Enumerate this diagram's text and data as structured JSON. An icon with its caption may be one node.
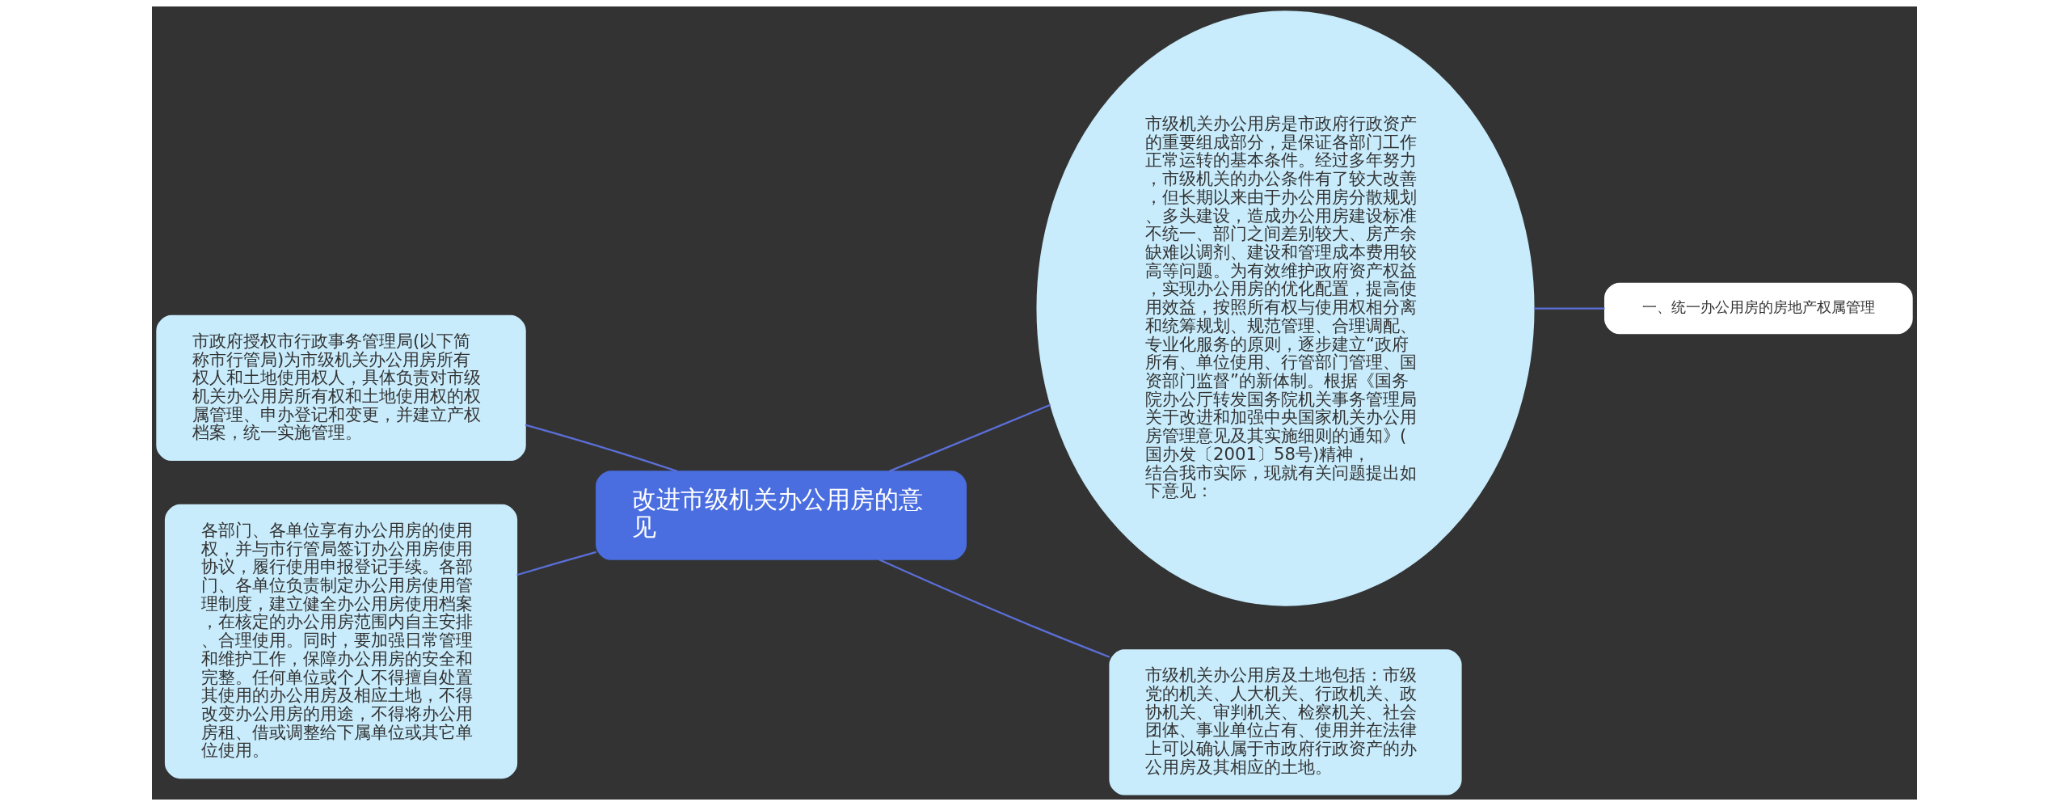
{
  "diagram": {
    "nodes": [
      {
        "text": [
          "改进市级机关办公用房的意见"
        ]
      },
      {
        "text": [
          "市级机关办公用房是市政府行政资产的重要组成部分，是保证各部门工作正常运转的基本条件。经过多年努力，市级机关的办公条件有了较大改善，但长期以来由于办公用房分散规划、多头建设，造成办公用房建设标准不统一、部门之间差别较大、房产余缺难以调剂、建设和管理成本费用较高等问题。为有效维护政府资产权益，实现办公用房的优化配置，提高使用效益，按照所有权与使用权相分离和统筹规划、规范管理、合理调配、专业化服务的原则，逐步建立“政府所有、单位使用、行管部门管理、国资部门监督”的新体制。根据《国务院办公厅转发国务院机关事务管理局关于改进和加强中央国家机关办公用房管理意见及其实施细则的通知》(国办发〔2001〕58号)精神，结合我市实际，现就有关问题提出如下意见："
        ]
      },
      {
        "text": [
          "一、统一办公用房的房地产权属管理"
        ]
      },
      {
        "text": [
          "市级机关办公用房及土地包括：市级党的机关、人大机关、行政机关、政协机关、审判机关、检察机关、社会团体、事业单位占有、使用并在法律上可以确认属于市政府行政资产的办公用房及其相应的土地。"
        ]
      },
      {
        "text": [
          "市政府授权市行政事务管理局(以下简称市行管局)为市级机关办公用房所有权人和土地使用权人，具体负责对市级机关办公用房所有权和土地使用权的权属管理、申办登记和变更，并建立产权档案，统一实施管理。"
        ]
      },
      {
        "text": [
          "各部门、各单位享有办公用房的使用权，并与市行管局签订办公用房使用协议，履行使用申报登记手续。各部门、各单位负责制定办公用房使用管理制度，建立健全办公用房使用档案，在核定的办公用房范围内自主安排、合理使用。同时，要加强日常管理和维护工作，保障办公用房的安全和完整。任何单位或个人不得擅自处置其使用的办公用房及相应土地，不得改变办公用房的用途，不得将办公用房租、借或调整给下属单位或其它单位使用。"
        ]
      }
    ],
    "edges": [
      {
        "from": 0,
        "to": 1,
        "arrow": "none"
      },
      {
        "from": 1,
        "to": 2,
        "arrow": "none"
      },
      {
        "from": 0,
        "to": 3,
        "arrow": "none"
      },
      {
        "from": 0,
        "to": 4,
        "arrow": "none"
      },
      {
        "from": 0,
        "to": 5,
        "arrow": "none"
      }
    ]
  }
}
